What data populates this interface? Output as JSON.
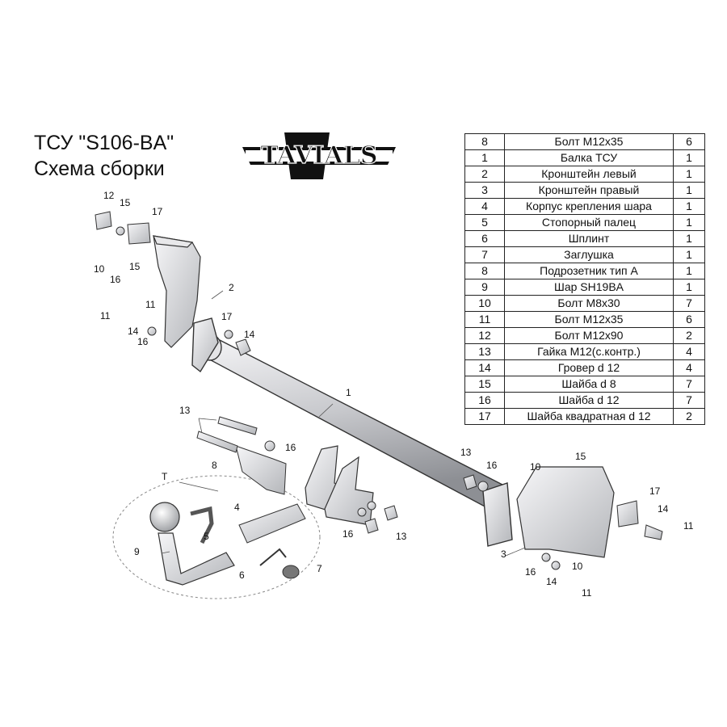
{
  "title": {
    "line1": "ТСУ  \"S106-BA\"",
    "line2": "Схема сборки"
  },
  "logo": {
    "text": "TAVIALS"
  },
  "parts_table": [
    {
      "num": "8",
      "name": "Болт М12х35",
      "qty": "6"
    },
    {
      "num": "1",
      "name": "Балка ТСУ",
      "qty": "1"
    },
    {
      "num": "2",
      "name": "Кронштейн левый",
      "qty": "1"
    },
    {
      "num": "3",
      "name": "Кронштейн правый",
      "qty": "1"
    },
    {
      "num": "4",
      "name": "Корпус крепления шара",
      "qty": "1"
    },
    {
      "num": "5",
      "name": "Стопорный палец",
      "qty": "1"
    },
    {
      "num": "6",
      "name": "Шплинт",
      "qty": "1"
    },
    {
      "num": "7",
      "name": "Заглушка",
      "qty": "1"
    },
    {
      "num": "8",
      "name": "Подрозетник тип А",
      "qty": "1"
    },
    {
      "num": "9",
      "name": "Шар SH19BA",
      "qty": "1"
    },
    {
      "num": "10",
      "name": "Болт М8х30",
      "qty": "7"
    },
    {
      "num": "11",
      "name": "Болт М12х35",
      "qty": "6"
    },
    {
      "num": "12",
      "name": "Болт М12х90",
      "qty": "2"
    },
    {
      "num": "13",
      "name": "Гайка М12(с.контр.)",
      "qty": "4"
    },
    {
      "num": "14",
      "name": "Гровер d 12",
      "qty": "4"
    },
    {
      "num": "15",
      "name": "Шайба d 8",
      "qty": "7"
    },
    {
      "num": "16",
      "name": "Шайба d 12",
      "qty": "7"
    },
    {
      "num": "17",
      "name": "Шайба квадратная d 12",
      "qty": "2"
    }
  ],
  "diagram": {
    "group_label": "T",
    "callouts": [
      "1",
      "2",
      "3",
      "4",
      "5",
      "6",
      "7",
      "8",
      "9",
      "10",
      "11",
      "12",
      "13",
      "14",
      "15",
      "16",
      "17"
    ]
  }
}
